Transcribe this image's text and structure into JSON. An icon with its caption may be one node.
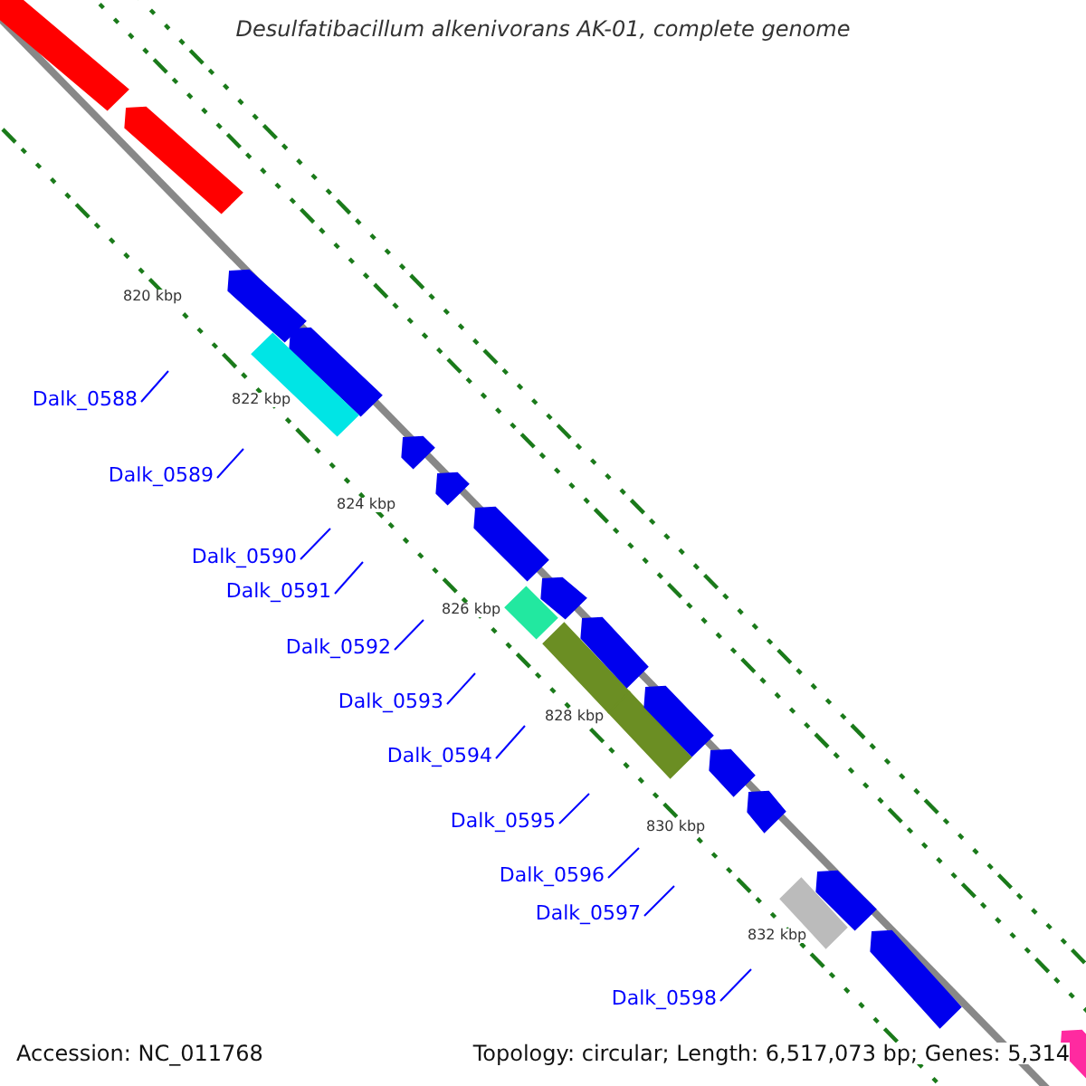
{
  "diagram": {
    "title": "Desulfatibacillum alkenivorans AK-01, complete genome",
    "nodes": [
      {
        "text": [
          "Dalk_0588"
        ]
      },
      {
        "text": [
          "Dalk_0589"
        ]
      },
      {
        "text": [
          "Dalk_0590"
        ]
      },
      {
        "text": [
          "Dalk_0591"
        ]
      },
      {
        "text": [
          "Dalk_0592"
        ]
      },
      {
        "text": [
          "Dalk_0593"
        ]
      },
      {
        "text": [
          "Dalk_0594"
        ]
      },
      {
        "text": [
          "Dalk_0595"
        ]
      },
      {
        "text": [
          "Dalk_0596"
        ]
      },
      {
        "text": [
          "Dalk_0597"
        ]
      },
      {
        "text": [
          "Dalk_0598"
        ]
      }
    ],
    "edges": [
      {
        "from": 0,
        "to": null,
        "arrow": "none"
      },
      {
        "from": 1,
        "to": null,
        "arrow": "none"
      },
      {
        "from": 2,
        "to": null,
        "arrow": "none"
      },
      {
        "from": 3,
        "to": null,
        "arrow": "none"
      },
      {
        "from": 4,
        "to": null,
        "arrow": "none"
      },
      {
        "from": 5,
        "to": null,
        "arrow": "none"
      },
      {
        "from": 6,
        "to": null,
        "arrow": "none"
      },
      {
        "from": 7,
        "to": null,
        "arrow": "none"
      },
      {
        "from": 8,
        "to": null,
        "arrow": "none"
      },
      {
        "from": 9,
        "to": null,
        "arrow": "none"
      },
      {
        "from": 10,
        "to": null,
        "arrow": "none"
      }
    ],
    "labels": [
      "820 kbp",
      "822 kbp",
      "824 kbp",
      "826 kbp",
      "828 kbp",
      "830 kbp",
      "832 kbp",
      "Accession: NC_011768",
      "Topology: circular; Length: 6,517,073 bp; Genes: 5,314"
    ]
  }
}
